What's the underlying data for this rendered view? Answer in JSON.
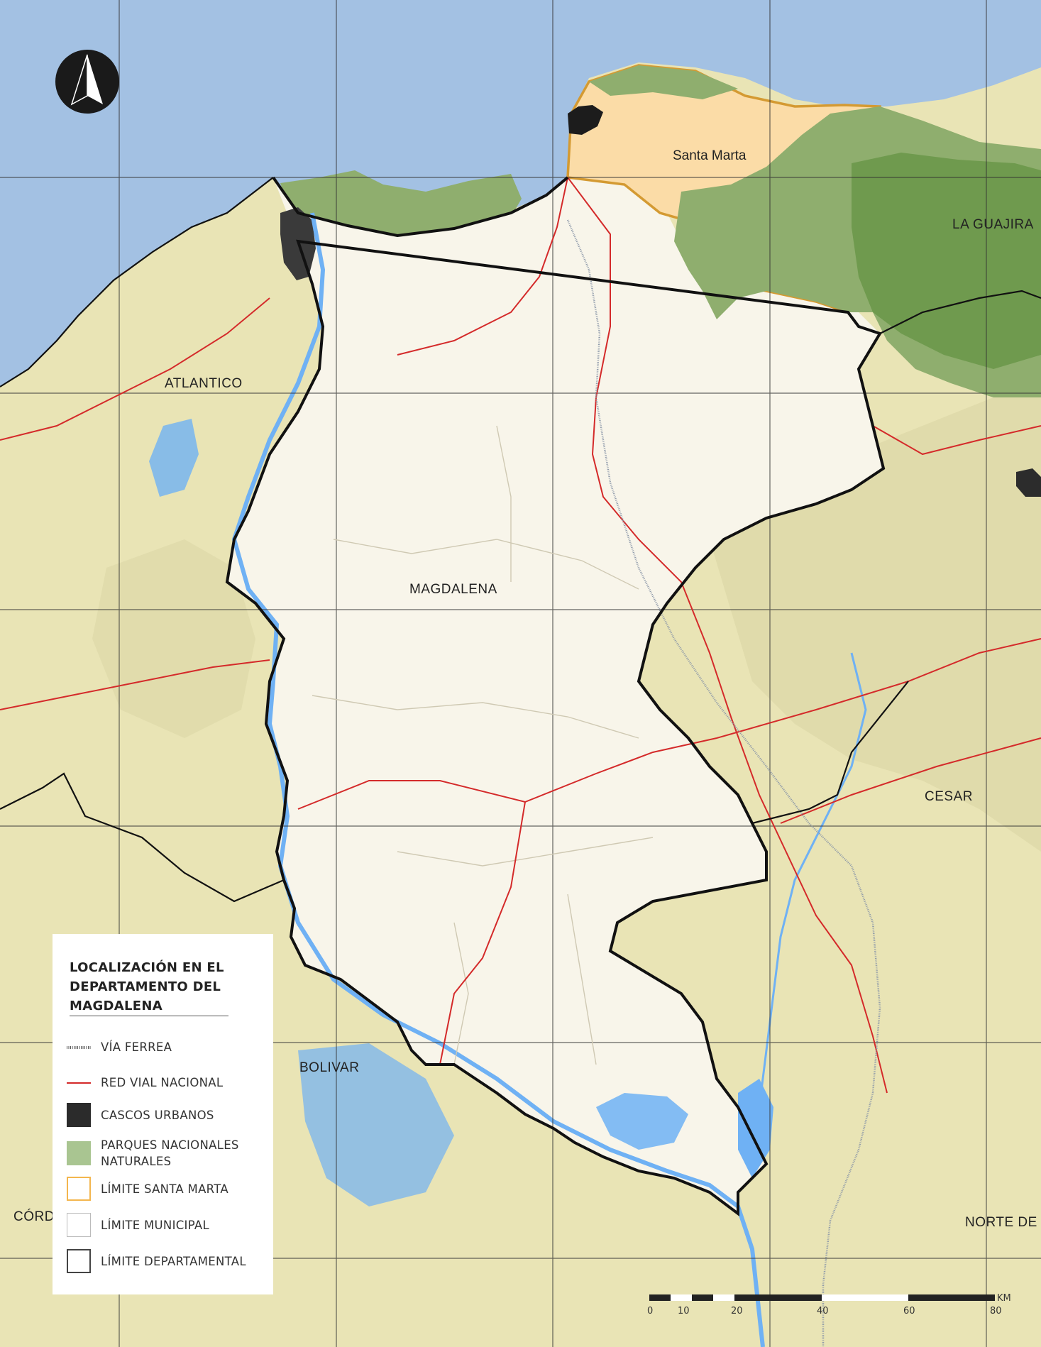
{
  "map": {
    "places": {
      "santa_marta": "Santa Marta",
      "la_guajira": "LA GUAJIRA",
      "atlantico": "ATLANTICO",
      "magdalena": "MAGDALENA",
      "cesar": "CESAR",
      "bolivar": "BOLIVAR",
      "cordoba": "CÓRD",
      "norte_de": "NORTE DE"
    },
    "colors": {
      "sea": "#a3c1e3",
      "terrain": "#e9e4b5",
      "department": "#f8f5ea",
      "water": "#6fb1f4",
      "park": "#8fae6e",
      "park_dark": "#6f9a4e",
      "santa_marta_fill": "#fbdca7",
      "santa_marta_border": "#d49a32",
      "roads": "#d42a2a",
      "boundary": "#111111"
    }
  },
  "legend": {
    "title": "LOCALIZACIÓN EN EL DEPARTAMENTO DEL MAGDALENA",
    "items": [
      {
        "label": "VÍA FERREA",
        "icon": "railway-line-icon"
      },
      {
        "label": "RED VIAL NACIONAL",
        "icon": "road-line-icon"
      },
      {
        "label": "CASCOS URBANOS",
        "icon": "urban-area-swatch"
      },
      {
        "label": "PARQUES NACIONALES NATURALES",
        "icon": "national-park-swatch"
      },
      {
        "label": "LÍMITE SANTA MARTA",
        "icon": "santa-marta-limit-swatch"
      },
      {
        "label": "LÍMITE MUNICIPAL",
        "icon": "municipal-limit-swatch"
      },
      {
        "label": "LÍMITE DEPARTAMENTAL",
        "icon": "departmental-limit-swatch"
      }
    ]
  },
  "scale": {
    "unit": "KM",
    "ticks": [
      "0",
      "10",
      "20",
      "40",
      "60",
      "80"
    ]
  },
  "north_arrow": {
    "icon": "north-arrow-icon"
  }
}
